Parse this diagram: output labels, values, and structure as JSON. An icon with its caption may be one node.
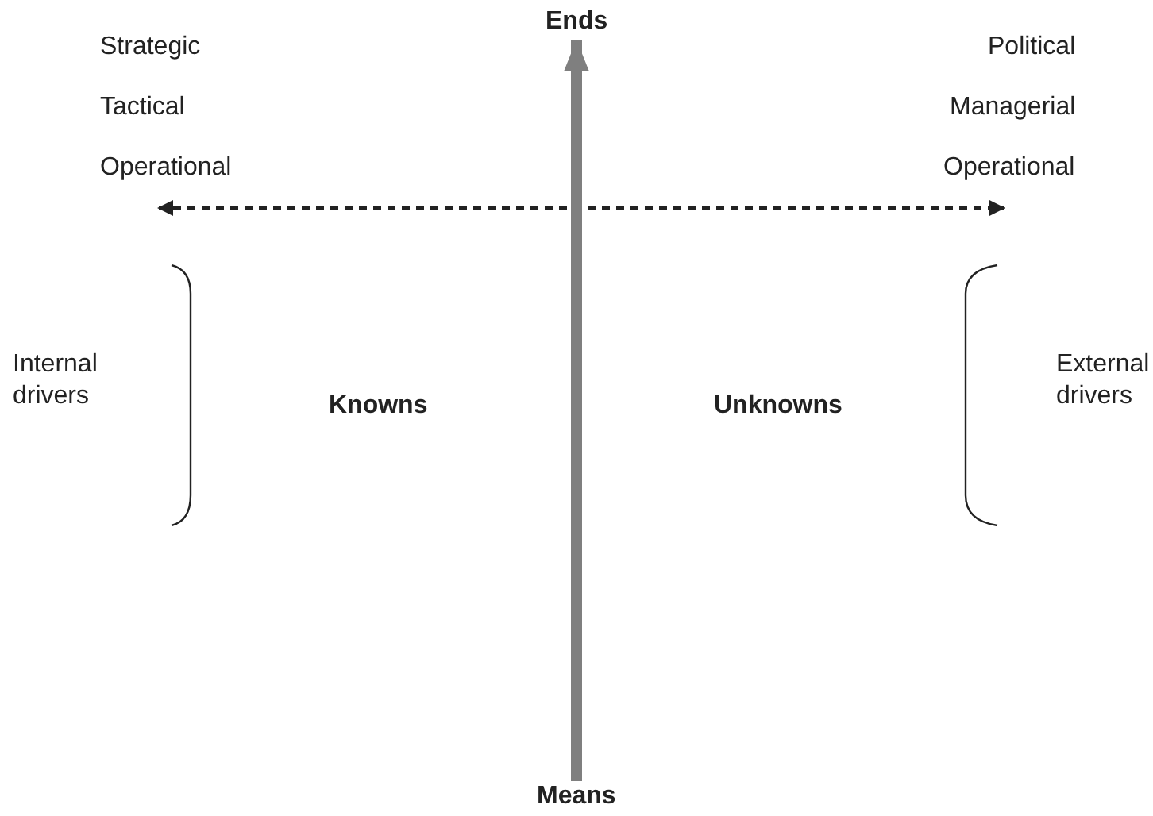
{
  "diagram": {
    "nodes": [
      {
        "text": [
          "Ends"
        ]
      },
      {
        "text": [
          "Means"
        ]
      }
    ],
    "edges": [
      {
        "from": 1,
        "to": 0,
        "arrow": "to"
      }
    ],
    "labels": [
      "Strategic",
      "Political",
      "Tactical",
      "Managerial",
      "Operational",
      "Operational",
      "Internal drivers",
      "Knowns",
      "Unknowns",
      "External drivers"
    ]
  }
}
